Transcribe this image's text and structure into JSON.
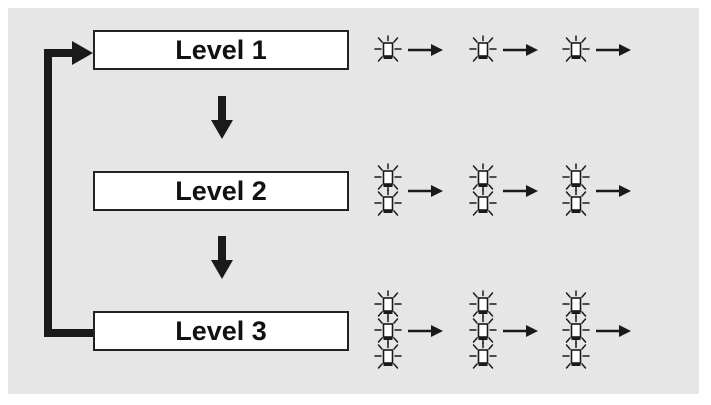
{
  "levels": [
    {
      "label": "Level 1",
      "rows": 1
    },
    {
      "label": "Level 2",
      "rows": 2
    },
    {
      "label": "Level 3",
      "rows": 3
    }
  ],
  "icons": {
    "indicator": "blinking-lamp-icon"
  },
  "colors": {
    "panel": "#e6e6e6",
    "ink": "#1a1a1a",
    "box": "#ffffff"
  }
}
